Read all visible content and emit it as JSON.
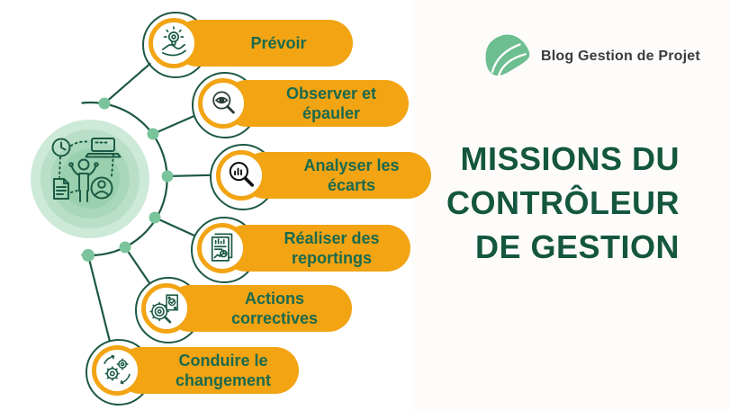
{
  "brand": {
    "name": "Blog Gestion de Projet"
  },
  "title": {
    "lines": [
      "MISSIONS DU",
      "CONTRÔLEUR",
      "DE GESTION"
    ]
  },
  "missions": [
    {
      "label": "Prévoir",
      "icon": "idea-hand-icon"
    },
    {
      "label": "Observer et\népauler",
      "icon": "eye-magnifier-icon"
    },
    {
      "label": "Analyser les\nécarts",
      "icon": "chart-magnifier-icon"
    },
    {
      "label": "Réaliser des\nreportings",
      "icon": "report-document-icon"
    },
    {
      "label": "Actions\ncorrectives",
      "icon": "gear-magnifier-icon"
    },
    {
      "label": "Conduire le\nchangement",
      "icon": "gears-change-icon"
    }
  ],
  "colors": {
    "pill_orange": "#f2a413",
    "pill_text_green": "#1a6a4e",
    "title_green": "#14573e",
    "line_green": "#1d5844",
    "node_sage": "#7ac49c",
    "logo_green": "#6dbe90",
    "logo_text": "#3b3b3b",
    "center_rings": [
      "#cde9d8",
      "#badfc9",
      "#a8d7bb",
      "#9ad0ae"
    ]
  }
}
